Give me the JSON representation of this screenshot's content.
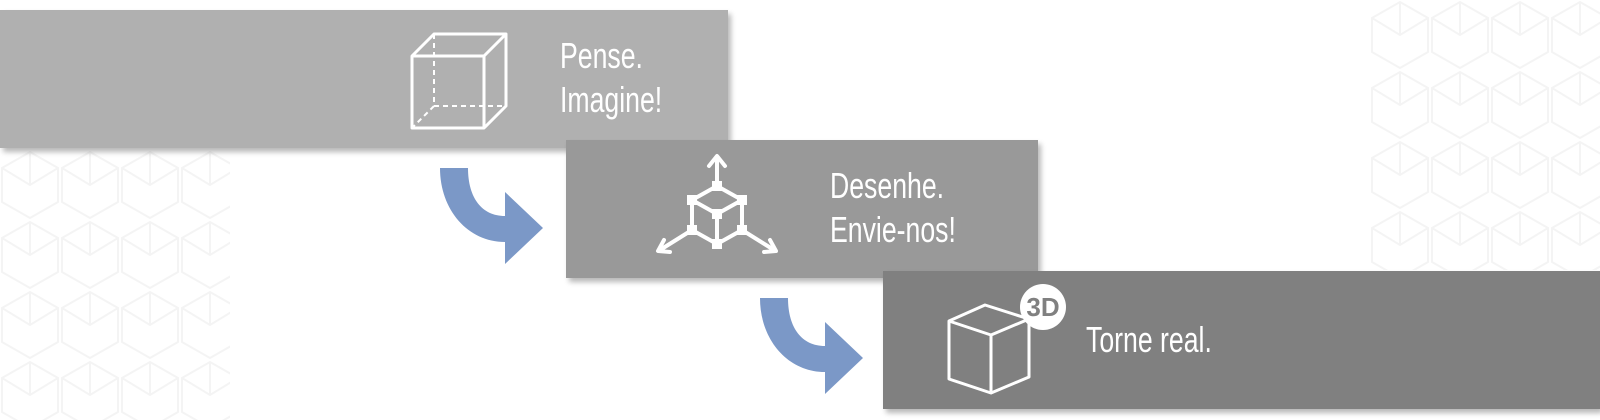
{
  "steps": [
    {
      "lines": [
        "Pense.",
        "Imagine!"
      ],
      "icon": "wireframe-cube-icon"
    },
    {
      "lines": [
        "Desenhe.",
        "Envie-nos!"
      ],
      "icon": "3d-axes-cube-icon"
    },
    {
      "lines": [
        "Torne real."
      ],
      "icon": "3d-print-cube-icon",
      "badge": "3D"
    }
  ],
  "colors": {
    "step1": "#b0b0b0",
    "step2": "#999999",
    "step3": "#808080",
    "arrow": "#7b98c7"
  }
}
